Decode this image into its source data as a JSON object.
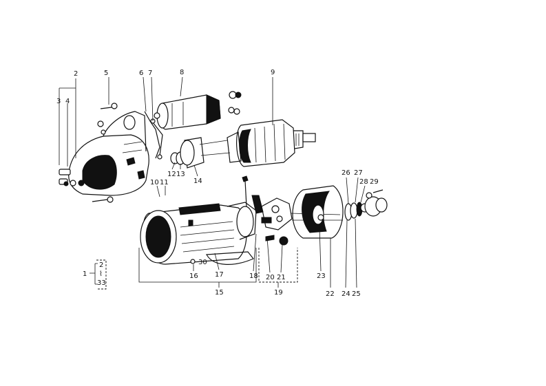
{
  "callouts": {
    "c1": "1",
    "c2": "2",
    "c3": "3",
    "c4": "4",
    "c5": "5",
    "c6": "6",
    "c7": "7",
    "c8": "8",
    "c9": "9",
    "c10": "10",
    "c11": "11",
    "c12": "12",
    "c13": "13",
    "c14": "14",
    "c15": "15",
    "c16": "16",
    "c17": "17",
    "c18": "18",
    "c19": "19",
    "c20": "20",
    "c21": "21",
    "c22": "22",
    "c23": "23",
    "c24": "24",
    "c25": "25",
    "c26": "26",
    "c27": "27",
    "c28": "28",
    "c29": "29",
    "c30": "30"
  },
  "legend": {
    "lead": "1",
    "first": "2",
    "last": "33"
  }
}
